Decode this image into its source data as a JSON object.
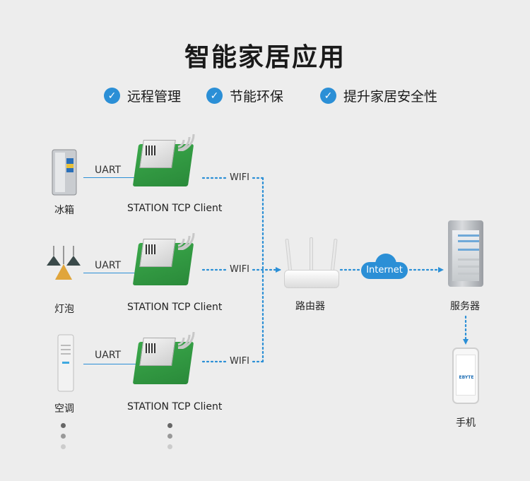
{
  "title": "智能家居应用",
  "features": [
    "远程管理",
    "节能环保",
    "提升家居安全性"
  ],
  "devices": [
    {
      "name": "冰箱",
      "link": "UART",
      "module_label": "STATION TCP Client",
      "wifi": "WIFI"
    },
    {
      "name": "灯泡",
      "link": "UART",
      "module_label": "STATION TCP Client",
      "wifi": "WIFI"
    },
    {
      "name": "空调",
      "link": "UART",
      "module_label": "STATION TCP Client",
      "wifi": "WIFI"
    }
  ],
  "router_label": "路由器",
  "internet_label": "Internet",
  "server_label": "服务器",
  "phone_label": "手机",
  "phone_brand": "EBYTE",
  "colors": {
    "accent": "#2b8fd6",
    "board": "#2f9440"
  }
}
